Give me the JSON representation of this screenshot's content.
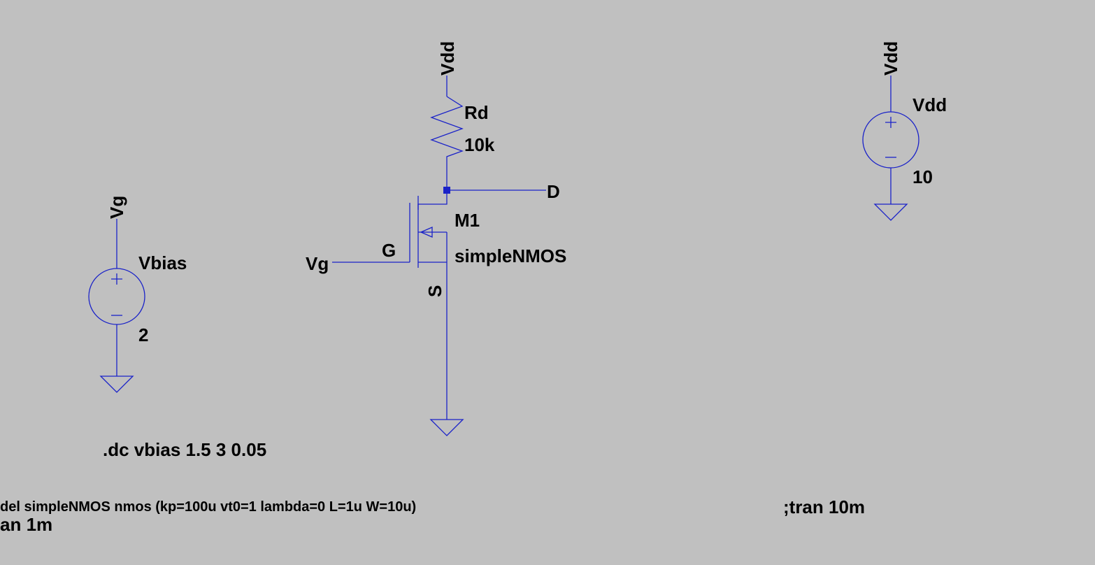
{
  "colors": {
    "background": "#c0c0c0",
    "wire": "#1a22c8",
    "text": "#000000"
  },
  "supply": {
    "top_label": "Vdd",
    "name": "Vdd",
    "value": "10"
  },
  "bias_source": {
    "net_label": "Vg",
    "name": "Vbias",
    "value": "2"
  },
  "resistor": {
    "net_label": "Vdd",
    "name": "Rd",
    "value": "10k"
  },
  "mosfet": {
    "name": "M1",
    "model": "simpleNMOS",
    "gate_net": "Vg",
    "gate_pin": "G",
    "drain_pin": "D",
    "source_pin": "S"
  },
  "directives": {
    "dc": ".dc vbias 1.5 3 0.05",
    "model": "del simpleNMOS nmos (kp=100u vt0=1 lambda=0 L=1u W=10u)",
    "tran_active": "an 1m",
    "tran_comment": ";tran 10m"
  }
}
